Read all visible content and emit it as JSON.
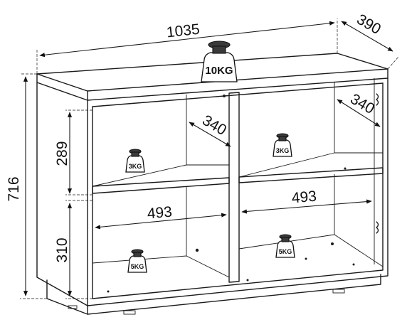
{
  "dimensions": {
    "width": "1035",
    "depth": "390",
    "height": "716",
    "upper_shelf_height": "289",
    "lower_shelf_height": "310",
    "compartment_depth": "340",
    "compartment_width": "493"
  },
  "weights": {
    "top": "10KG",
    "upper_left": "3KG",
    "upper_right": "3KG",
    "lower_left": "5KG",
    "lower_right": "5KG"
  }
}
